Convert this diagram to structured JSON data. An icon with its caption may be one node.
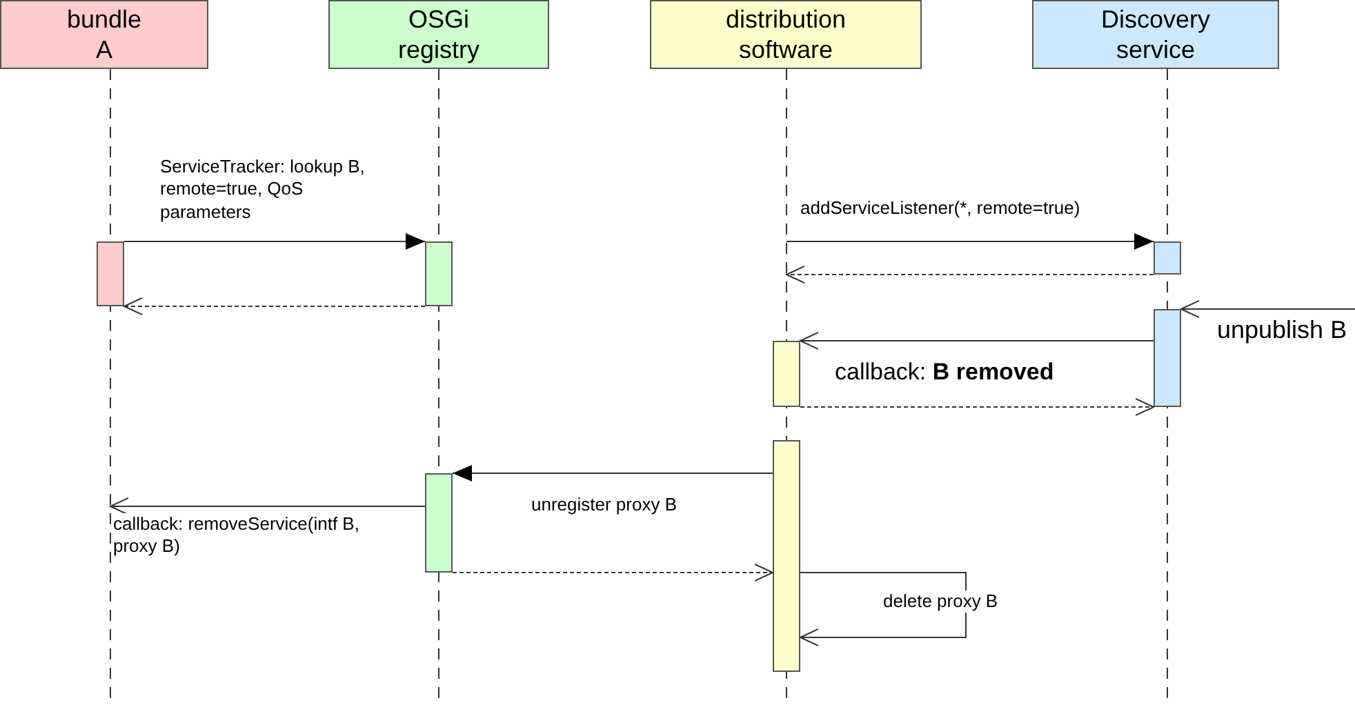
{
  "diagram": {
    "nodes": [
      {
        "text": [
          "bundle A"
        ]
      },
      {
        "text": [
          "OSGi registry"
        ]
      },
      {
        "text": [
          "distribution software"
        ]
      },
      {
        "text": [
          "Discovery service"
        ]
      },
      {
        "text": [],
        "shape": "bar"
      },
      {
        "text": [],
        "shape": "bar"
      },
      {
        "text": [],
        "shape": "bar"
      },
      {
        "text": [],
        "shape": "bar"
      },
      {
        "text": [],
        "shape": "bar"
      },
      {
        "text": [],
        "shape": "bar"
      },
      {
        "text": [],
        "shape": "bar"
      }
    ],
    "edges": [
      {
        "from": 4,
        "to": 5,
        "arrow": "to",
        "label": "ServiceTracker: lookup B, remote=true, QoS parameters"
      },
      {
        "from": 5,
        "to": 4,
        "arrow": "to",
        "style": "dashed"
      },
      {
        "from": null,
        "to": 6,
        "arrow": "to",
        "label": "addServiceListener(*, remote=true)"
      },
      {
        "from": 6,
        "to": null,
        "arrow": "to",
        "style": "dashed"
      },
      {
        "from": null,
        "to": 7,
        "arrow": "to",
        "label": "unpublish B"
      },
      {
        "from": 7,
        "to": 8,
        "arrow": "to",
        "label": "callback: **B removed**"
      },
      {
        "from": 8,
        "to": 7,
        "arrow": "to",
        "style": "dashed"
      },
      {
        "from": 9,
        "to": 10,
        "arrow": "to",
        "label": "unregister proxy B"
      },
      {
        "from": 10,
        "to": null,
        "arrow": "to",
        "label": "callback: removeService(intf B, proxy B)"
      },
      {
        "from": 10,
        "to": 9,
        "arrow": "to",
        "style": "dashed"
      },
      {
        "from": 9,
        "to": 9,
        "arrow": "to",
        "label": "delete proxy B"
      }
    ]
  }
}
